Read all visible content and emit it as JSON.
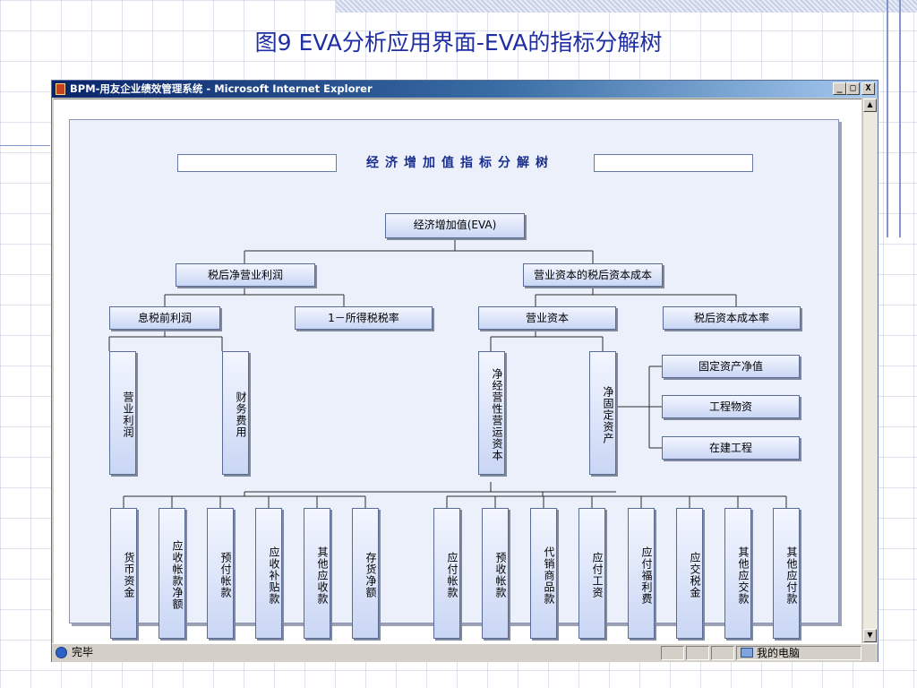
{
  "slide": {
    "title": "图9  EVA分析应用界面-EVA的指标分解树"
  },
  "window": {
    "title": "BPM-用友企业绩效管理系统 - Microsoft Internet Explorer",
    "minimize": "_",
    "maximize": "□",
    "close": "X"
  },
  "statusbar": {
    "status": "完毕",
    "zone": "我的电脑"
  },
  "tree": {
    "title": "经济增加值指标分解树",
    "root": "经济增加值(EVA)",
    "l1_left": "税后净营业利润",
    "l1_right": "营业资本的税后资本成本",
    "l2": [
      "息税前利润",
      "1－所得税税率",
      "营业资本",
      "税后资本成本率"
    ],
    "l3": [
      "营业利润",
      "财务费用",
      "净经营性营运资本",
      "净固定资产"
    ],
    "fixed_parts": [
      "固定资产净值",
      "工程物资",
      "在建工程"
    ],
    "assets": [
      "货币资金",
      "应收帐款净额",
      "预付帐款",
      "应收补贴款",
      "其他应收款",
      "存货净额"
    ],
    "liabilities": [
      "应付帐款",
      "预收帐款",
      "代销商品款",
      "应付工资",
      "应付福利费",
      "应交税金",
      "其他应交款",
      "其他应付款"
    ]
  },
  "colors": {
    "slide_title": "#1f2ea3",
    "tree_title": "#1a2f8c",
    "node_fill": "#c9d6f4",
    "titlebar": "#0a246a"
  },
  "icons": [
    "ie-app-icon",
    "ie-page-icon",
    "computer-icon"
  ]
}
